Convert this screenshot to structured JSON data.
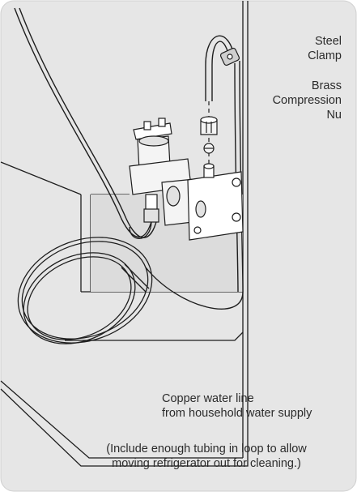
{
  "labels": {
    "steel_clamp": [
      "Steel",
      "Clamp"
    ],
    "brass_nut": [
      "Brass",
      "Compression",
      "Nu"
    ],
    "copper_line": [
      "Copper water line",
      "from household water supply"
    ],
    "note": [
      "(Include enough tubing in loop to allow",
      "moving refrigerator out for cleaning.)"
    ]
  },
  "colors": {
    "background": "#e6e6e6",
    "line": "#1e1e1e",
    "metal": "#f4f4f4",
    "shadow": "#a8a8a8"
  }
}
